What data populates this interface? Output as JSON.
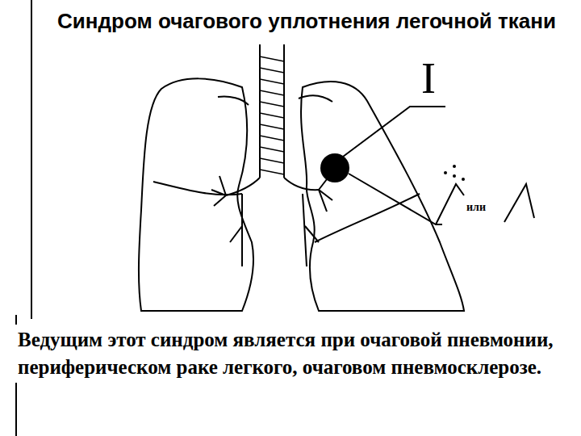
{
  "diagram": {
    "title": "Синдром очагового уплотнения легочной ткани",
    "caption": "Ведущим этот синдром является при очаговой пневмонии, периферическом раке легкого, очаговом пневмосклерозе.",
    "labels": [
      "I",
      "или"
    ]
  }
}
